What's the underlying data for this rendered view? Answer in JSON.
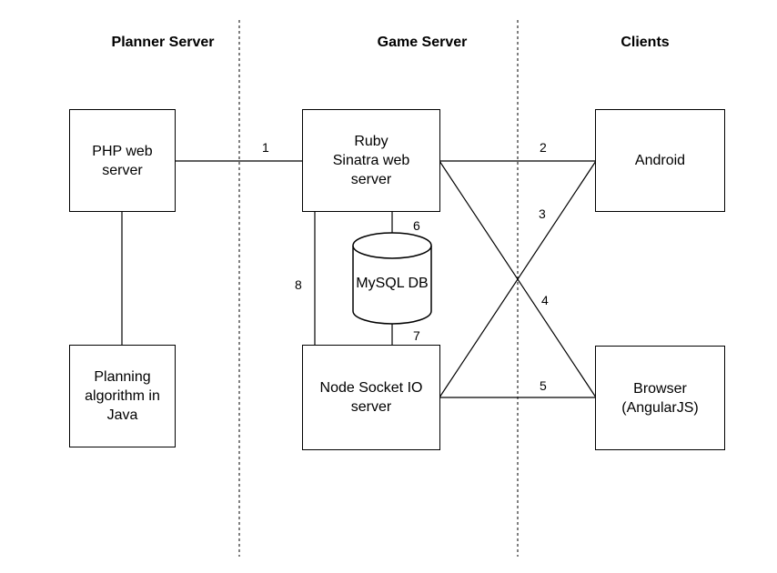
{
  "columns": [
    {
      "id": "planner",
      "label": "Planner Server"
    },
    {
      "id": "game",
      "label": "Game Server"
    },
    {
      "id": "clients",
      "label": "Clients"
    }
  ],
  "nodes": {
    "php": {
      "lines": [
        "PHP web",
        "server"
      ]
    },
    "planning": {
      "lines": [
        "Planning",
        "algorithm in",
        "Java"
      ]
    },
    "ruby": {
      "lines": [
        "Ruby",
        "Sinatra web",
        "server"
      ]
    },
    "node_socket": {
      "lines": [
        "Node Socket IO",
        "server"
      ]
    },
    "android": {
      "lines": [
        "Android"
      ]
    },
    "browser": {
      "lines": [
        "Browser",
        "(AngularJS)"
      ]
    },
    "mysql": {
      "label": "MySQL DB"
    }
  },
  "edges": [
    {
      "id": "1",
      "label": "1",
      "from": "php",
      "to": "ruby"
    },
    {
      "id": "2",
      "label": "2",
      "from": "ruby",
      "to": "android"
    },
    {
      "id": "3",
      "label": "3",
      "from": "node_socket",
      "to": "android"
    },
    {
      "id": "4",
      "label": "4",
      "from": "ruby",
      "to": "browser"
    },
    {
      "id": "5",
      "label": "5",
      "from": "node_socket",
      "to": "browser"
    },
    {
      "id": "6",
      "label": "6",
      "from": "ruby",
      "to": "mysql"
    },
    {
      "id": "7",
      "label": "7",
      "from": "mysql",
      "to": "node_socket"
    },
    {
      "id": "8",
      "label": "8",
      "from": "ruby",
      "to": "node_socket"
    },
    {
      "id": "php-planning",
      "label": "",
      "from": "php",
      "to": "planning"
    }
  ]
}
